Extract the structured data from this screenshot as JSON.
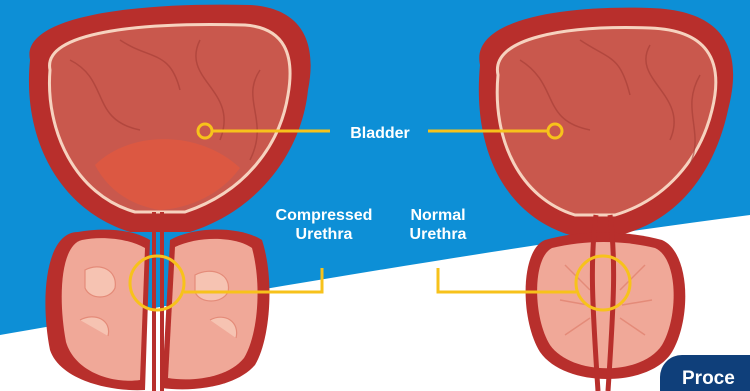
{
  "labels": {
    "bladder": "Bladder",
    "compressed_line1": "Compressed",
    "compressed_line2": "Urethra",
    "normal_line1": "Normal",
    "normal_line2": "Urethra"
  },
  "cta": {
    "label": "Proce"
  },
  "colors": {
    "background_blue": "#0d8fd6",
    "background_white": "#ffffff",
    "tissue_outer": "#b82f2c",
    "bladder_inner": "#c9584d",
    "prostate_pink": "#f0a898",
    "callout_yellow": "#f7c21b",
    "cta_navy": "#0f3f7a"
  },
  "icons": [
    "callout-dot-icon",
    "urethra-ring-icon"
  ]
}
